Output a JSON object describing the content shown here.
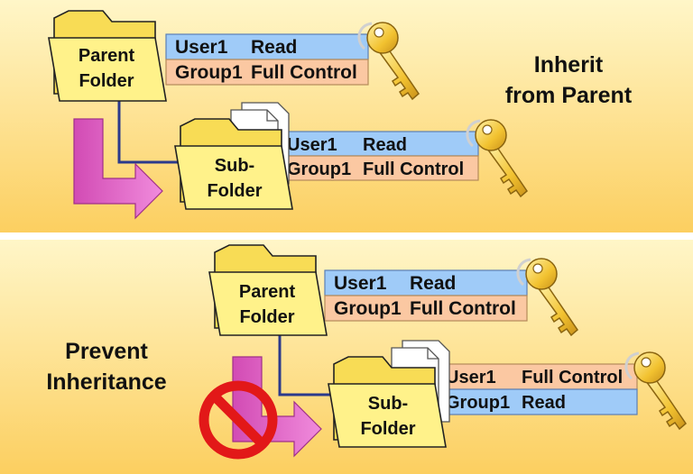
{
  "top_panel": {
    "caption_line1": "Inherit",
    "caption_line2": "from Parent",
    "parent_folder": {
      "line1": "Parent",
      "line2": "Folder"
    },
    "parent_permissions": [
      {
        "principal": "User1",
        "right": "Read"
      },
      {
        "principal": "Group1",
        "right": "Full Control"
      }
    ],
    "sub_folder": {
      "line1": "Sub-",
      "line2": "Folder"
    },
    "sub_permissions": [
      {
        "principal": "User1",
        "right": "Read"
      },
      {
        "principal": "Group1",
        "right": "Full Control"
      }
    ]
  },
  "bottom_panel": {
    "caption_line1": "Prevent",
    "caption_line2": "Inheritance",
    "parent_folder": {
      "line1": "Parent",
      "line2": "Folder"
    },
    "parent_permissions": [
      {
        "principal": "User1",
        "right": "Read"
      },
      {
        "principal": "Group1",
        "right": "Full Control"
      }
    ],
    "sub_folder": {
      "line1": "Sub-",
      "line2": "Folder"
    },
    "sub_permissions": [
      {
        "principal": "User1",
        "right": "Full Control"
      },
      {
        "principal": "Group1",
        "right": "Read"
      }
    ]
  },
  "colors": {
    "panel_top": "#fff6c8",
    "panel_bottom": "#fccf60",
    "folder_fill": "#fff28a",
    "folder_back": "#f8dc55",
    "user_row": "#9fcbf8",
    "group_row": "#fbc8a2",
    "key": "#f2c230",
    "arrow": "#e563c8",
    "connector": "#2b3a8c",
    "no_sign": "#e21818"
  },
  "icons": [
    "folder-icon",
    "document-icon",
    "key-icon",
    "arrow-icon",
    "no-entry-icon"
  ]
}
